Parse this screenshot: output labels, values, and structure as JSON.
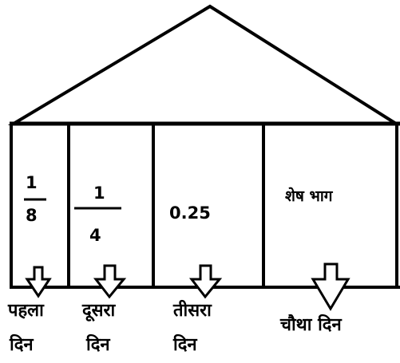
{
  "sections": [
    {
      "numerator": "1",
      "denominator": "8"
    },
    {
      "numerator": "1",
      "denominator": "4"
    },
    {
      "value": "0.25"
    },
    {
      "value": "शेष भाग"
    }
  ],
  "days": [
    {
      "line1": "पहला",
      "line2": "दिन"
    },
    {
      "line1": "दूसरा",
      "line2": "दिन"
    },
    {
      "line1": "तीसरा",
      "line2": "दिन"
    },
    {
      "line1": "चौथा दिन"
    }
  ],
  "colors": {
    "stroke": "#000000",
    "background": "#ffffff"
  }
}
